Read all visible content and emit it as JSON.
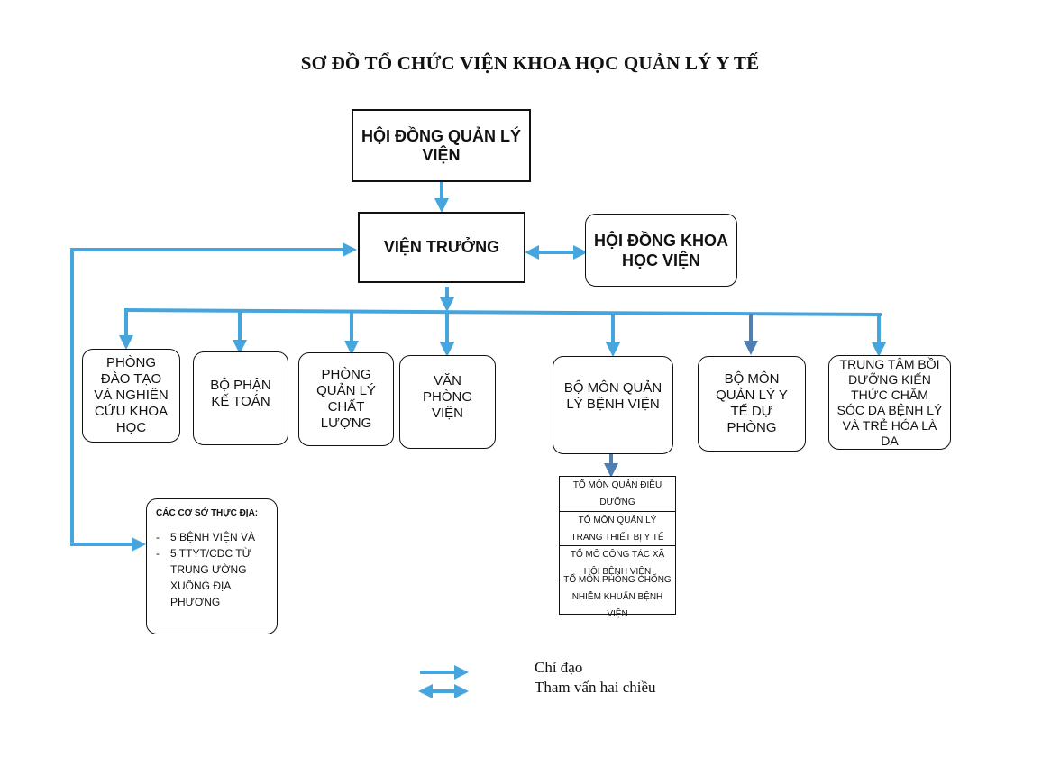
{
  "title": "SƠ ĐỒ TỔ CHỨC VIỆN KHOA HỌC QUẢN LÝ Y TẾ",
  "nodes": {
    "management_board": "HỘI ĐỒNG QUẢN LÝ VIỆN",
    "director": "VIỆN TRƯỞNG",
    "science_council": "HỘI ĐỒNG KHOA HỌC VIỆN",
    "departments": [
      "PHÒNG ĐÀO TẠO VÀ NGHIÊN CỨU KHOA HỌC",
      "BỘ PHẬN KẾ TOÁN",
      "PHÒNG QUẢN LÝ CHẤT LƯỢNG",
      "VĂN PHÒNG VIỆN",
      "BỘ MÔN QUẢN LÝ BỆNH VIỆN",
      "BỘ MÔN QUẢN LÝ Y TẾ DỰ PHÒNG",
      "TRUNG TÂM BỒI DƯỠNG KIẾN THỨC CHĂM SÓC DA BỆNH LÝ VÀ TRẺ HÓA LÀ DA"
    ]
  },
  "field_sites": {
    "title": "CÁC CƠ SỞ THỰC ĐỊA:",
    "items": [
      "5 BỆNH VIỆN VÀ",
      "5 TTYT/CDC TỪ"
    ],
    "continuation": "TRUNG ƯỜNG XUỐNG ĐỊA PHƯƠNG"
  },
  "sub_units": [
    "TỔ MÔN QUẢN ĐIỀU DƯỠNG",
    "TỔ MÔN QUẢN LÝ TRANG THIẾT BỊ Y TẾ",
    "TỔ MÔ CÔNG TÁC XÃ HỘI BỆNH VIỆN",
    "TỔ MÔN PHÒNG CHỐNG NHIỄM KHUẨN BỆNH VIỆN"
  ],
  "legend": {
    "directive": "Chỉ đạo",
    "consult": "Tham vấn hai chiều"
  },
  "colors": {
    "arrow": "#45a5dc",
    "arrow_dark": "#4f7fb0",
    "border": "#111111"
  }
}
